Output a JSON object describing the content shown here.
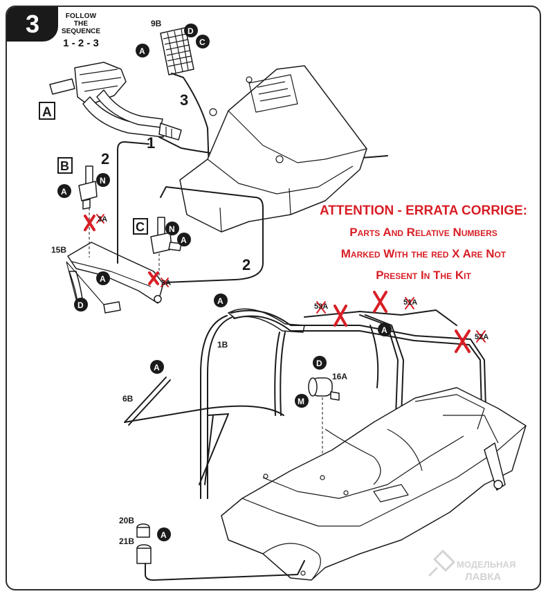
{
  "step": {
    "number": "3",
    "sequence_line1": "FOLLOW THE",
    "sequence_line2": "SEQUENCE",
    "sequence_order": "1 - 2 - 3"
  },
  "panels": {
    "a": "A",
    "b": "B",
    "c": "C"
  },
  "arrows": {
    "n1": "1",
    "n2a": "2",
    "n2b": "2",
    "n3": "3"
  },
  "badges": {
    "a": "A",
    "c": "C",
    "d": "D",
    "m": "M",
    "n": "N"
  },
  "parts": {
    "p9b": "9B",
    "p15b": "15B",
    "p3a_1": "3A",
    "p3a_2": "3A",
    "p1b": "1B",
    "p6b": "6B",
    "p16a": "16A",
    "p20b": "20B",
    "p21b": "21B",
    "p53a": "53A",
    "p51a": "51A",
    "p52a": "52A"
  },
  "attention": {
    "title": "ATTENTION - ERRATA CORRIGE:",
    "line1": "Parts And Relative Numbers",
    "line2": "Marked With the red X Are Not",
    "line3": "Present In The Kit"
  },
  "watermark": {
    "line1": "МОДЕЛЬНАЯ",
    "line2": "ЛАВКА"
  },
  "colors": {
    "ink": "#1a1a1a",
    "errata_red": "#d81e25",
    "watermark": "#c9c9c9"
  }
}
